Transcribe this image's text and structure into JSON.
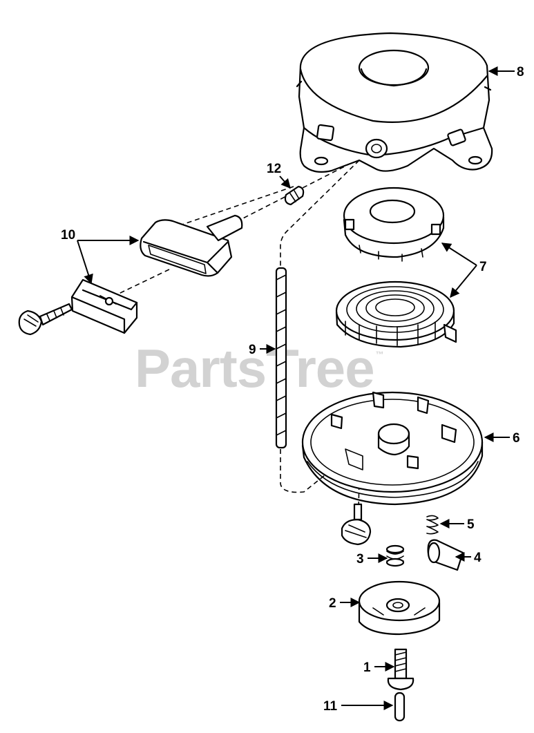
{
  "watermark": {
    "text": "PartsTree",
    "mark": "™"
  },
  "callouts": [
    {
      "id": "1",
      "label": "1"
    },
    {
      "id": "2",
      "label": "2"
    },
    {
      "id": "3",
      "label": "3"
    },
    {
      "id": "4",
      "label": "4"
    },
    {
      "id": "5",
      "label": "5"
    },
    {
      "id": "6",
      "label": "6"
    },
    {
      "id": "7",
      "label": "7"
    },
    {
      "id": "8",
      "label": "8"
    },
    {
      "id": "9",
      "label": "9"
    },
    {
      "id": "10",
      "label": "10"
    },
    {
      "id": "11",
      "label": "11"
    },
    {
      "id": "12",
      "label": "12"
    }
  ],
  "colors": {
    "line": "#000000",
    "watermark": "#d2d2d2",
    "background": "#ffffff"
  },
  "icons": {
    "arrowhead": "filled-triangle-arrow"
  }
}
